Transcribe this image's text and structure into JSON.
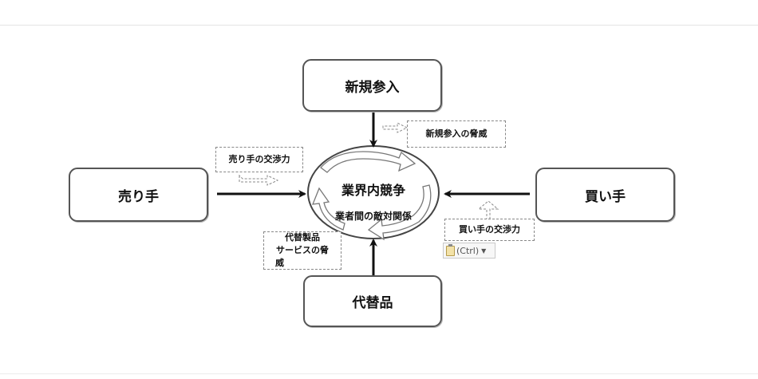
{
  "boxes": {
    "new_entrants": "新規参入",
    "sellers": "売り手",
    "buyers": "買い手",
    "substitutes": "代替品"
  },
  "center": {
    "title": "業界内競争",
    "subtitle": "業者間の敵対関係"
  },
  "callouts": {
    "new_entrants_threat": "新規参入の脅威",
    "sellers_power": "売り手の交渉力",
    "buyers_power": "買い手の交渉力",
    "substitutes_threat_line1": "代替製品",
    "substitutes_threat_line2": "サービスの脅",
    "substitutes_threat_line3": "威"
  },
  "paste_options": {
    "label": "(Ctrl)",
    "icon": "clipboard-icon"
  }
}
